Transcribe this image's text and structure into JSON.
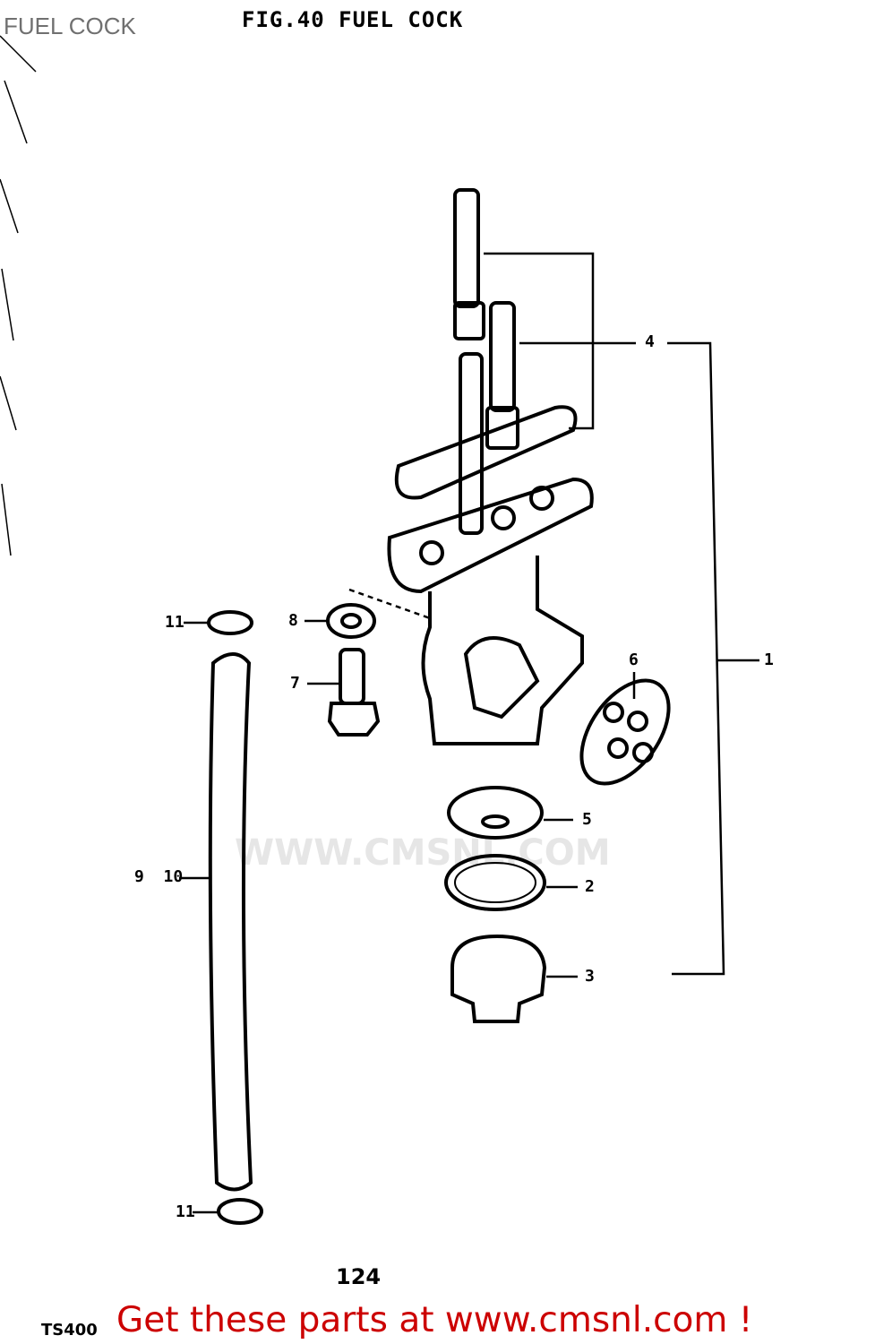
{
  "header": {
    "overlay_title": "FUEL COCK",
    "figure_title": "FIG.40  FUEL COCK"
  },
  "callouts": [
    {
      "id": "4",
      "label": "4"
    },
    {
      "id": "1",
      "label": "1"
    },
    {
      "id": "6",
      "label": "6"
    },
    {
      "id": "8",
      "label": "8"
    },
    {
      "id": "7",
      "label": "7"
    },
    {
      "id": "11a",
      "label": "11"
    },
    {
      "id": "5",
      "label": "5"
    },
    {
      "id": "2",
      "label": "2"
    },
    {
      "id": "3",
      "label": "3"
    },
    {
      "id": "9-10",
      "label": "9  10"
    },
    {
      "id": "11b",
      "label": "11"
    }
  ],
  "footer": {
    "model": "TS400",
    "page_number": "124",
    "banner": "Get these parts at www.cmsnl.com !"
  },
  "watermark": "WWW.CMSNL.COM",
  "colors": {
    "banner": "#cc0000",
    "overlay_title": "#707070",
    "lines": "#000000"
  }
}
